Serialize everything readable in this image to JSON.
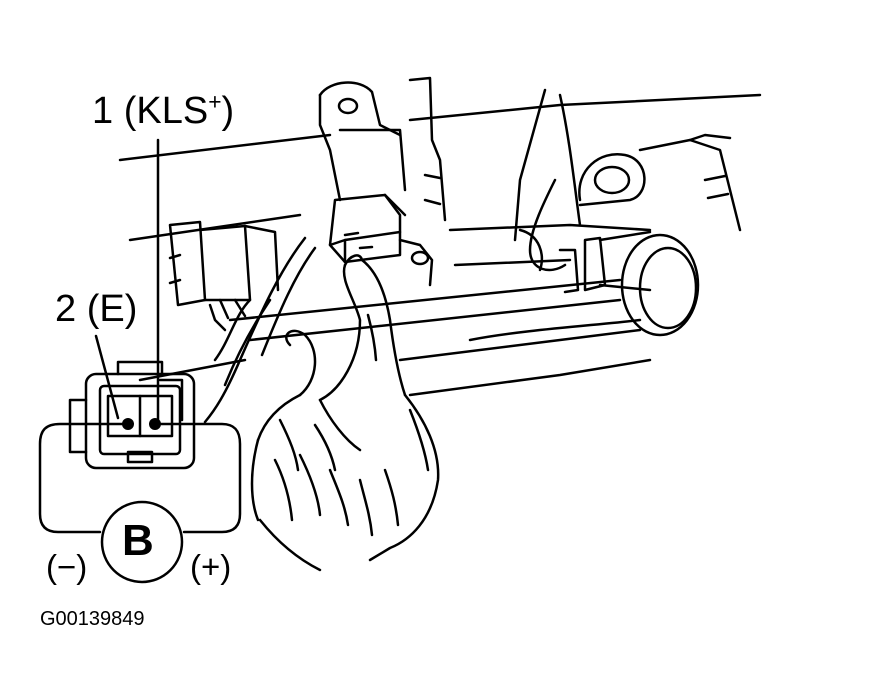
{
  "labels": {
    "pin1_number": "1",
    "pin1_name": "(KLS",
    "pin1_sup": "+",
    "pin1_close": ")",
    "pin2": "2 (E)",
    "meter": "B",
    "neg": "(−)",
    "pos": "(+)",
    "figure_id": "G00139849"
  },
  "colors": {
    "ink": "#000000",
    "paper": "#ffffff"
  }
}
